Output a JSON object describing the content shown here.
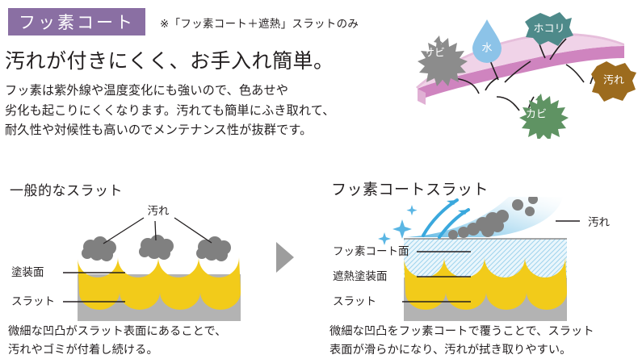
{
  "header": {
    "badge_label": "フッ素コート",
    "note": "※「フッ素コート＋遮熱」スラットのみ",
    "headline": "汚れが付きにくく、お手入れ簡単。",
    "body_lines": [
      "フッ素は紫外線や温度変化にも強いので、色あせや",
      "劣化も起こりにくくなります。汚れても簡単にふき取れて、",
      "耐久性や対候性も高いのでメンテナンス性が抜群です。"
    ]
  },
  "hero": {
    "slat_top_color": "#e8c4de",
    "slat_face_color": "#f2d9ea",
    "slat_edge_color": "#c77ab5",
    "blobs": [
      {
        "name": "water",
        "label": "水",
        "color": "#8cc3e8"
      },
      {
        "name": "dust",
        "label": "ホコリ",
        "color": "#4e8a8a"
      },
      {
        "name": "rust",
        "label": "サビ",
        "color": "#8c8c8c"
      },
      {
        "name": "mold",
        "label": "カビ",
        "color": "#5f9363"
      },
      {
        "name": "dirt",
        "label": "汚れ",
        "color": "#9c6b1e"
      }
    ]
  },
  "panels": {
    "left": {
      "title": "一般的なスラット",
      "labels": {
        "dirt": "汚れ",
        "paint_surface": "塗装面",
        "slat": "スラット"
      },
      "caption_lines": [
        "微細な凹凸がスラット表面にあることで、",
        "汚れやゴミが付着し続ける。"
      ]
    },
    "right": {
      "title": "フッ素コートスラット",
      "labels": {
        "fluorine_surface": "フッ素コート面",
        "heat_shield_paint": "遮熱塗装面",
        "slat": "スラット",
        "dirt": "汚れ"
      },
      "caption_lines": [
        "微細な凹凸をフッ素コートで覆うことで、スラット",
        "表面が滑らかになり、汚れが拭き取りやすい。"
      ]
    }
  },
  "colors": {
    "badge_purple": "#8a6fa3",
    "paint_yellow": "#f2cb1a",
    "slat_gray": "#b3b3b3",
    "dirt_gray": "#808080",
    "coat_cyan": "#3aa8dd",
    "arrow_gray": "#9d9d9d"
  }
}
